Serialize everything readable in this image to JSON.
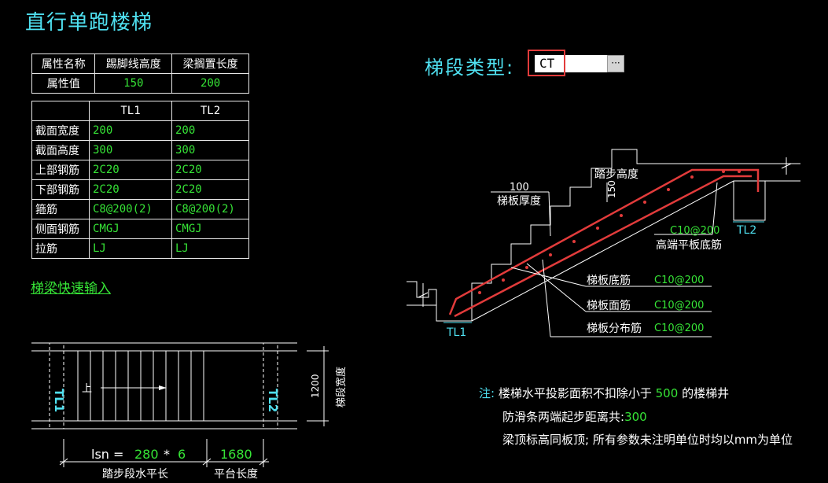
{
  "title": "直行单跑楼梯",
  "attr_table": {
    "headers": [
      "属性名称",
      "踢脚线高度",
      "梁搁置长度"
    ],
    "row_label": "属性值",
    "values": [
      "150",
      "200"
    ]
  },
  "beam_table": {
    "columns": [
      "TL1",
      "TL2"
    ],
    "rows": [
      {
        "label": "截面宽度",
        "tl1": "200",
        "tl2": "200"
      },
      {
        "label": "截面高度",
        "tl1": "300",
        "tl2": "300"
      },
      {
        "label": "上部钢筋",
        "tl1": "2C20",
        "tl2": "2C20"
      },
      {
        "label": "下部钢筋",
        "tl1": "2C20",
        "tl2": "2C20"
      },
      {
        "label": "箍筋",
        "tl1": "C8@200(2)",
        "tl2": "C8@200(2)"
      },
      {
        "label": "侧面钢筋",
        "tl1": "CMGJ",
        "tl2": "CMGJ"
      },
      {
        "label": "拉筋",
        "tl1": "LJ",
        "tl2": "LJ"
      }
    ]
  },
  "quick_input_link": "梯梁快速输入",
  "segment_type": {
    "label": "梯段类型:",
    "value": "CT",
    "button": "···"
  },
  "section": {
    "slab_thickness_value": "100",
    "slab_thickness_label": "梯板厚度",
    "step_height_label": "踏步高度",
    "step_height_value": "150",
    "top_bottom_bar_value": "C10@200",
    "top_bottom_bar_label": "高端平板底筋",
    "tl1": "TL1",
    "tl2": "TL2",
    "bottom_bar_label": "梯板底筋",
    "bottom_bar_value": "C10@200",
    "face_bar_label": "梯板面筋",
    "face_bar_value": "C10@200",
    "dist_bar_label": "梯板分布筋",
    "dist_bar_value": "C10@200"
  },
  "plan": {
    "tl1": "TL1",
    "tl2": "TL2",
    "up_label": "上",
    "width_value": "1200",
    "width_label": "梯段宽度",
    "lsn_prefix": "lsn =",
    "lsn_step": "280",
    "lsn_times": "*",
    "lsn_count": "6",
    "platform_value": "1680",
    "horizontal_label": "踏步段水平长",
    "platform_label": "平台长度"
  },
  "notes": {
    "prefix": "注:",
    "line1_a": "楼梯水平投影面积不扣除小于",
    "line1_value": "500",
    "line1_b": "的楼梯井",
    "line2_a": "防滑条两端起步距离共:",
    "line2_value": "300",
    "line3": "梁顶标高同板顶; 所有参数未注明单位时均以mm为单位"
  },
  "colors": {
    "cyan": "#4fe0f0",
    "green": "#36e436",
    "red": "#e23b3b",
    "white": "#ffffff"
  }
}
